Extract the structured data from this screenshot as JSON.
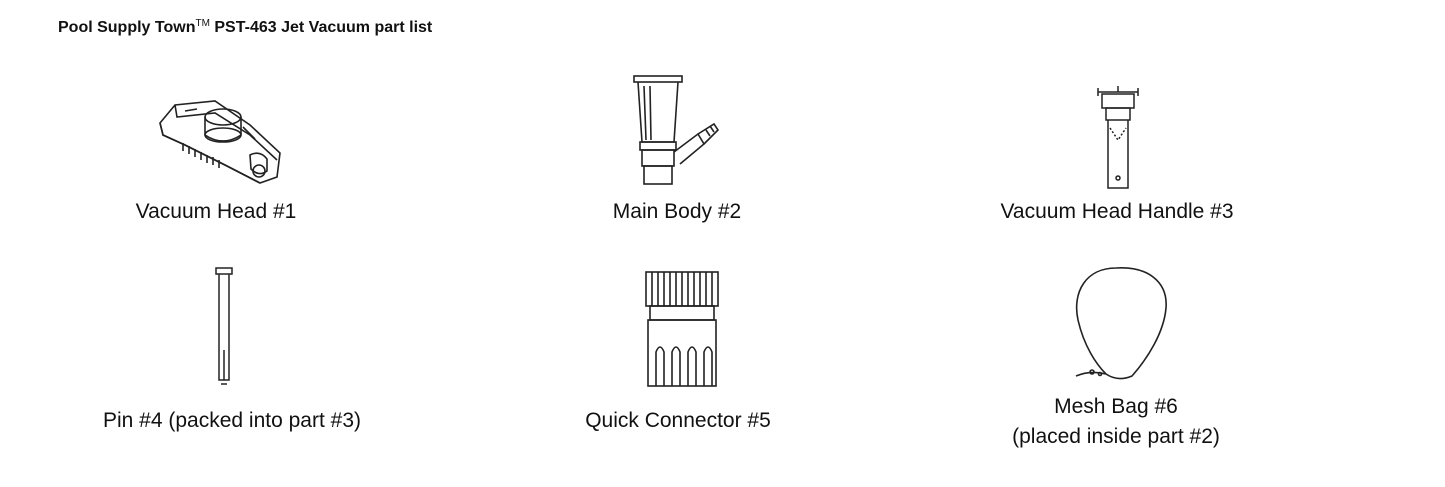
{
  "header": {
    "brand": "Pool Supply Town",
    "trademark": "TM",
    "title_rest": "PST-463 Jet Vacuum part list"
  },
  "parts": [
    {
      "label": "Vacuum Head #1",
      "icon": "vacuum-head-icon"
    },
    {
      "label": "Main Body #2",
      "icon": "main-body-icon"
    },
    {
      "label": "Vacuum Head Handle #3",
      "icon": "vacuum-head-handle-icon"
    },
    {
      "label": "Pin #4 (packed into part #3)",
      "icon": "pin-icon"
    },
    {
      "label": "Quick Connector #5",
      "icon": "quick-connector-icon"
    },
    {
      "label": "Mesh Bag #6",
      "label_line2": "(placed inside part #2)",
      "icon": "mesh-bag-icon"
    }
  ]
}
